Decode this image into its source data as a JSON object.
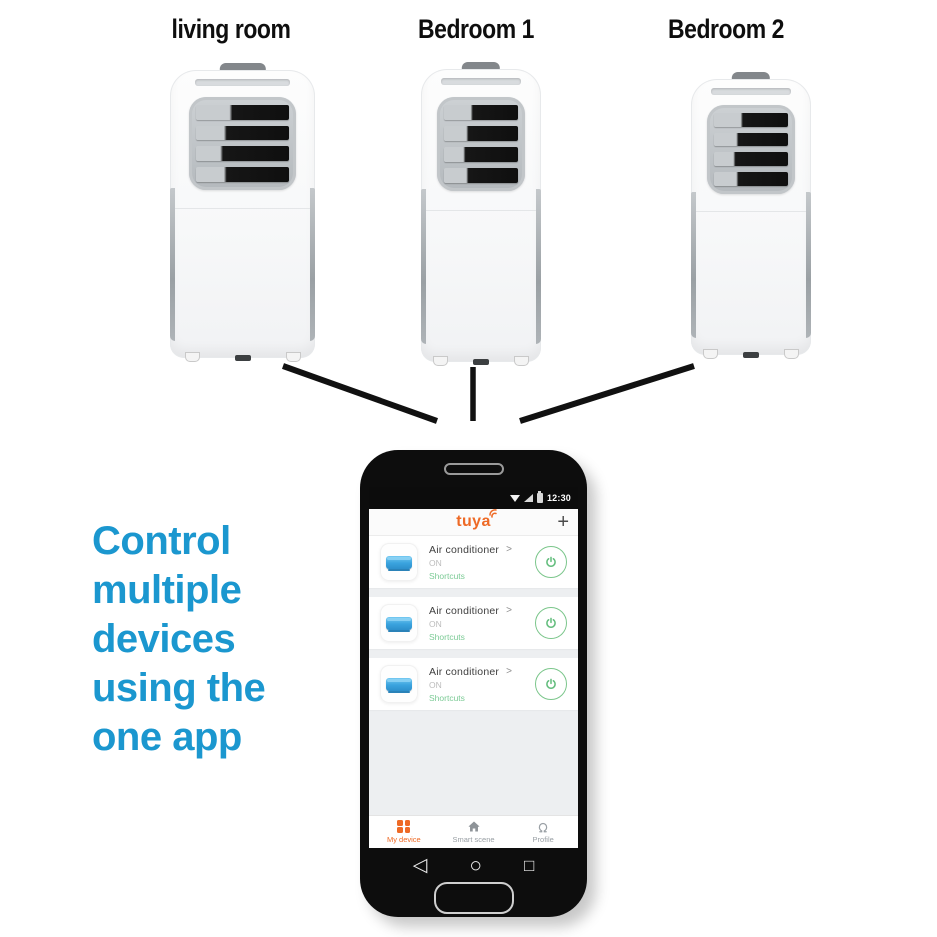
{
  "scene": {
    "room_labels": [
      "living room",
      "Bedroom 1",
      "Bedroom 2"
    ],
    "caption_lines": [
      "Control",
      "multiple",
      "devices",
      "using the",
      "one app"
    ],
    "caption_color": "#1b97cf"
  },
  "phone": {
    "status_bar": {
      "time": "12:30"
    },
    "header": {
      "logo_text": "tuya",
      "add_button": "+",
      "logo_color": "#ee6a26"
    },
    "cards": [
      {
        "name": "Air conditioner",
        "chevron": ">",
        "status": "ON",
        "shortcut_label": "Shortcuts"
      },
      {
        "name": "Air conditioner",
        "chevron": ">",
        "status": "ON",
        "shortcut_label": "Shortcuts"
      },
      {
        "name": "Air conditioner",
        "chevron": ">",
        "status": "ON",
        "shortcut_label": "Shortcuts"
      }
    ],
    "tabs": [
      {
        "label": "My device",
        "active": true
      },
      {
        "label": "Smart scene",
        "active": false
      },
      {
        "label": "Profile",
        "active": false
      }
    ],
    "colors": {
      "accent_orange": "#ee6a26",
      "accent_green": "#7bc68b",
      "shortcut_green": "#7ccb96",
      "device_icon_blue": "#3aa3de"
    }
  }
}
